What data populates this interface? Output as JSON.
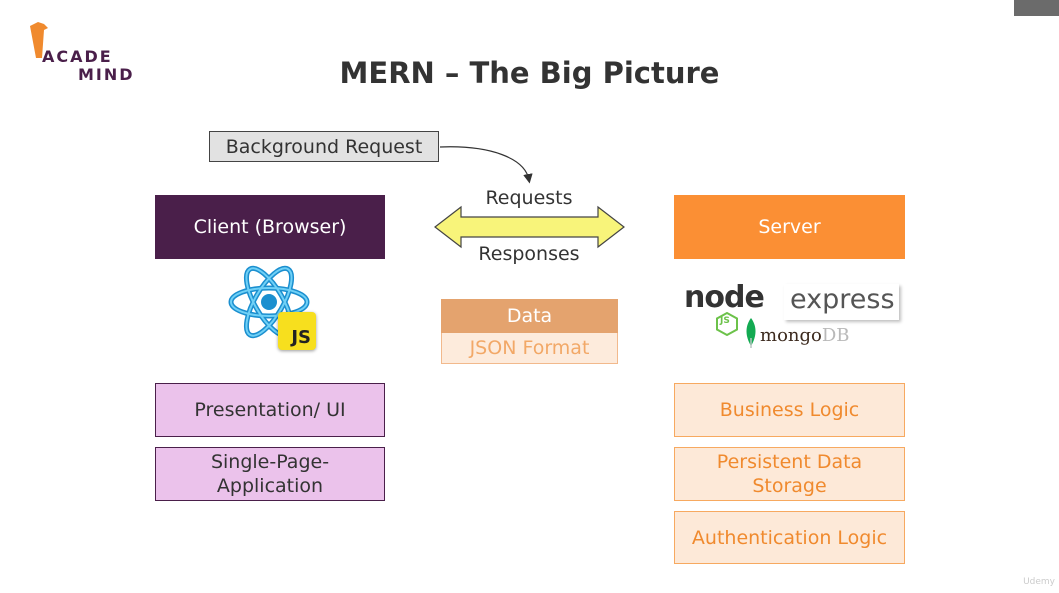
{
  "brand": {
    "logo_line1": "ACADE",
    "logo_line2": "MIND"
  },
  "title": "MERN – The Big Picture",
  "background_request": "Background Request",
  "arrow": {
    "top_label": "Requests",
    "bottom_label": "Responses"
  },
  "client": {
    "label": "Client (Browser)",
    "tech": {
      "js_badge": "JS"
    },
    "features": [
      "Presentation/ UI",
      "Single-Page-\nApplication"
    ]
  },
  "data": {
    "label": "Data",
    "format": "JSON Format"
  },
  "server": {
    "label": "Server",
    "tech": {
      "node": "node",
      "node_badge": "JS",
      "express": "express",
      "mongo": "mongo",
      "mongo_db": "DB"
    },
    "features": [
      "Business Logic",
      "Persistent Data\nStorage",
      "Authentication Logic"
    ]
  },
  "watermark": "Udemy",
  "colors": {
    "client": "#4a1f4a",
    "client_feature": "#ebc2eb",
    "server": "#fb8f34",
    "server_feature": "#fde9d8",
    "arrow_fill": "#f8f47a",
    "data_head": "#e4a36e"
  }
}
